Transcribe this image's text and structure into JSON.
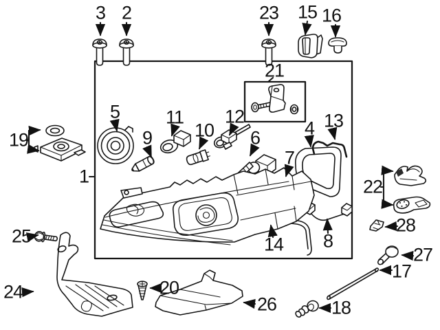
{
  "canvas": {
    "background": "#ffffff",
    "line_color": "#151515",
    "label_color": "#111111"
  },
  "callouts": [
    {
      "num": "1"
    },
    {
      "num": "2"
    },
    {
      "num": "3"
    },
    {
      "num": "4"
    },
    {
      "num": "5"
    },
    {
      "num": "6"
    },
    {
      "num": "7"
    },
    {
      "num": "8"
    },
    {
      "num": "9"
    },
    {
      "num": "10"
    },
    {
      "num": "11"
    },
    {
      "num": "12"
    },
    {
      "num": "13"
    },
    {
      "num": "14"
    },
    {
      "num": "15"
    },
    {
      "num": "16"
    },
    {
      "num": "17"
    },
    {
      "num": "18"
    },
    {
      "num": "19"
    },
    {
      "num": "20"
    },
    {
      "num": "21"
    },
    {
      "num": "22"
    },
    {
      "num": "23"
    },
    {
      "num": "24"
    },
    {
      "num": "25"
    },
    {
      "num": "26"
    },
    {
      "num": "27"
    },
    {
      "num": "28"
    }
  ]
}
